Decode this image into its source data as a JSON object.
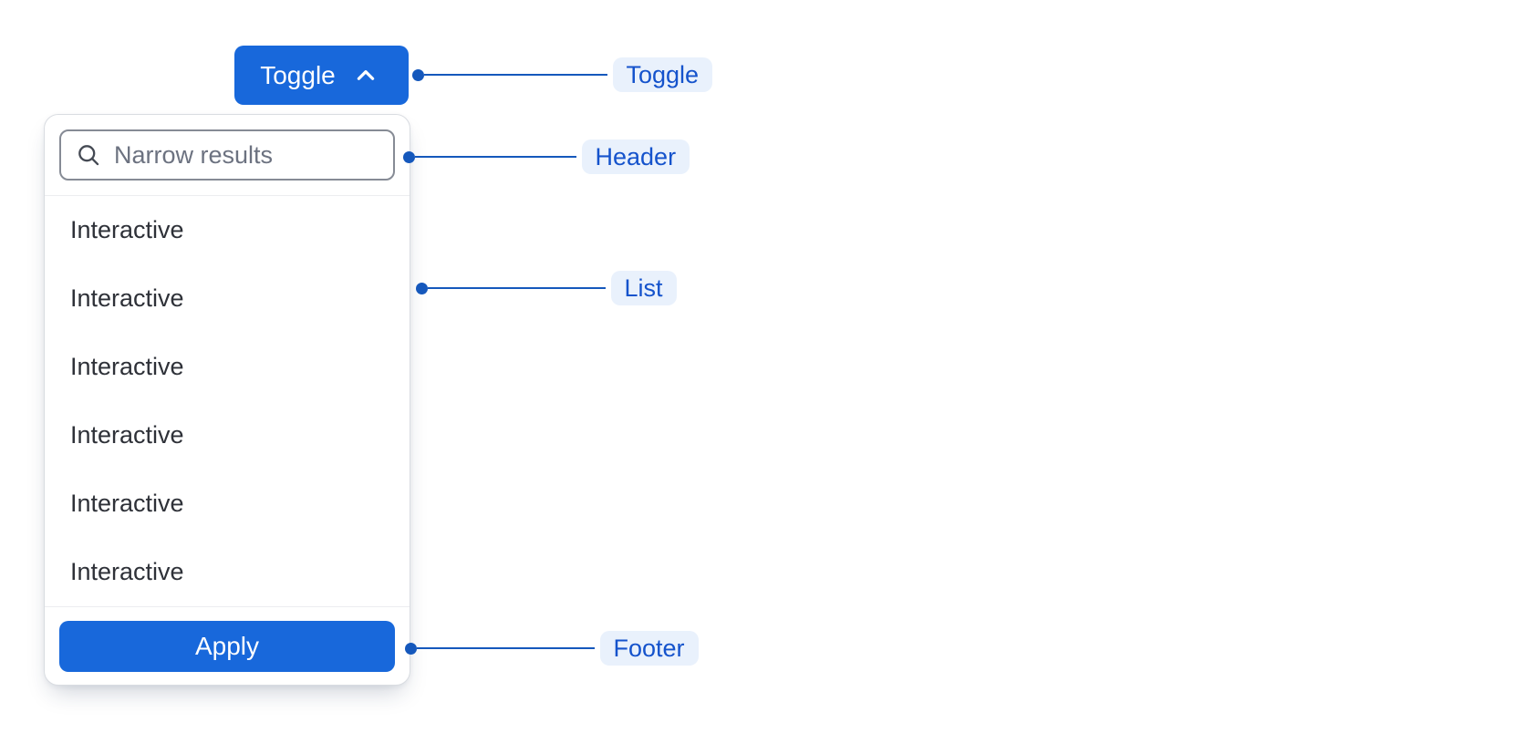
{
  "toggle_button": {
    "label": "Toggle"
  },
  "panel": {
    "header": {
      "search_placeholder": "Narrow results"
    },
    "list": {
      "items": [
        {
          "label": "Interactive"
        },
        {
          "label": "Interactive"
        },
        {
          "label": "Interactive"
        },
        {
          "label": "Interactive"
        },
        {
          "label": "Interactive"
        },
        {
          "label": "Interactive"
        }
      ]
    },
    "footer": {
      "apply_label": "Apply"
    }
  },
  "annotations": [
    {
      "target": "toggle",
      "label": "Toggle"
    },
    {
      "target": "header",
      "label": "Header"
    },
    {
      "target": "list",
      "label": "List"
    },
    {
      "target": "footer",
      "label": "Footer"
    }
  ],
  "icons": {
    "search": "magnifying-glass",
    "toggle_chevron": "chevron-up"
  },
  "colors": {
    "button_blue": "#1868DB",
    "annotation_blue": "#1558BC",
    "annotation_label_text": "#1553CC",
    "annotation_label_bg": "#E9F1FC",
    "list_text": "#2E3138",
    "placeholder_text": "#6C7280",
    "input_border": "#868B95",
    "panel_border": "#D9DCE1",
    "divider": "#ECEDF0"
  }
}
